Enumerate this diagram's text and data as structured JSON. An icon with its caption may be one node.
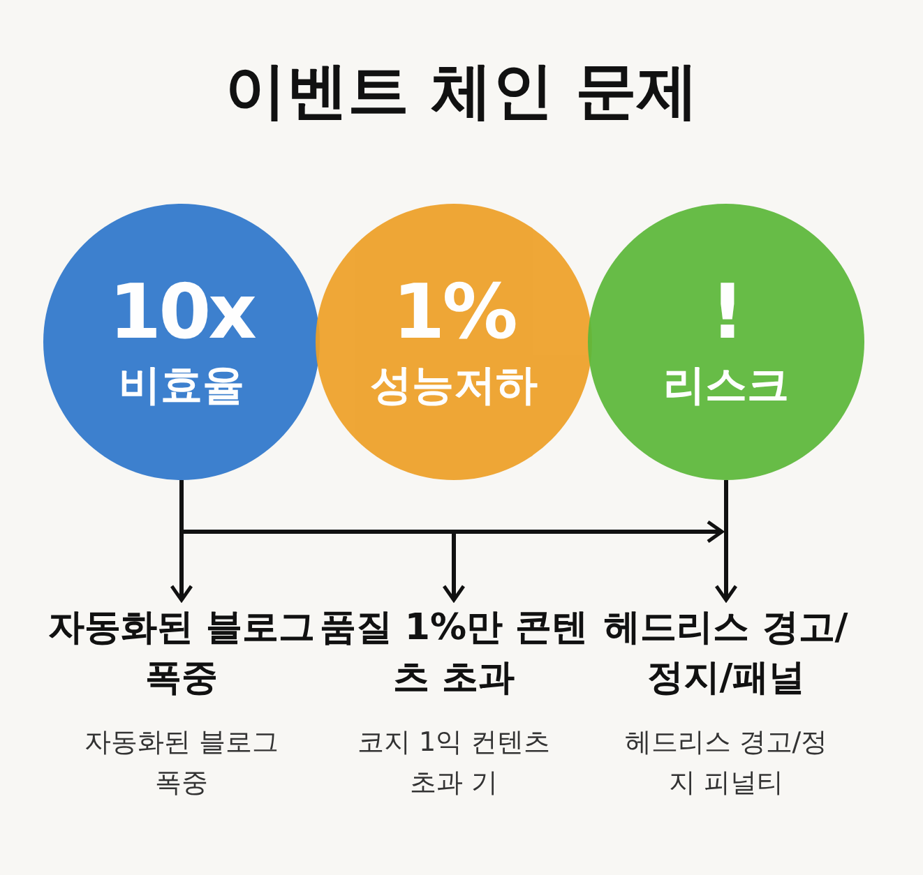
{
  "diagram": {
    "title": "이벤트 체인 문제",
    "nodes": [
      {
        "text": [
          "10x",
          "비효율"
        ]
      },
      {
        "text": [
          "1%",
          "성능저하"
        ]
      },
      {
        "text": [
          "!",
          "리스크"
        ]
      },
      {
        "text": [
          "자동화된 블로그 폭중",
          "자동화된 블로그 폭중"
        ]
      },
      {
        "text": [
          "품질 1%만 콘텐츠 초과",
          "코지 1익 컨텐츠 초과 기"
        ]
      },
      {
        "text": [
          "헤드리스 경고/정지/패널",
          "헤드리스 경고/정지 피널티"
        ]
      }
    ],
    "edges": [
      {
        "from": 0,
        "to": 3,
        "arrow": "to"
      },
      {
        "from": 0,
        "to": 4,
        "arrow": "to"
      },
      {
        "from": 0,
        "to": 2,
        "arrow": "to"
      },
      {
        "from": 2,
        "to": 5,
        "arrow": "to"
      }
    ]
  }
}
